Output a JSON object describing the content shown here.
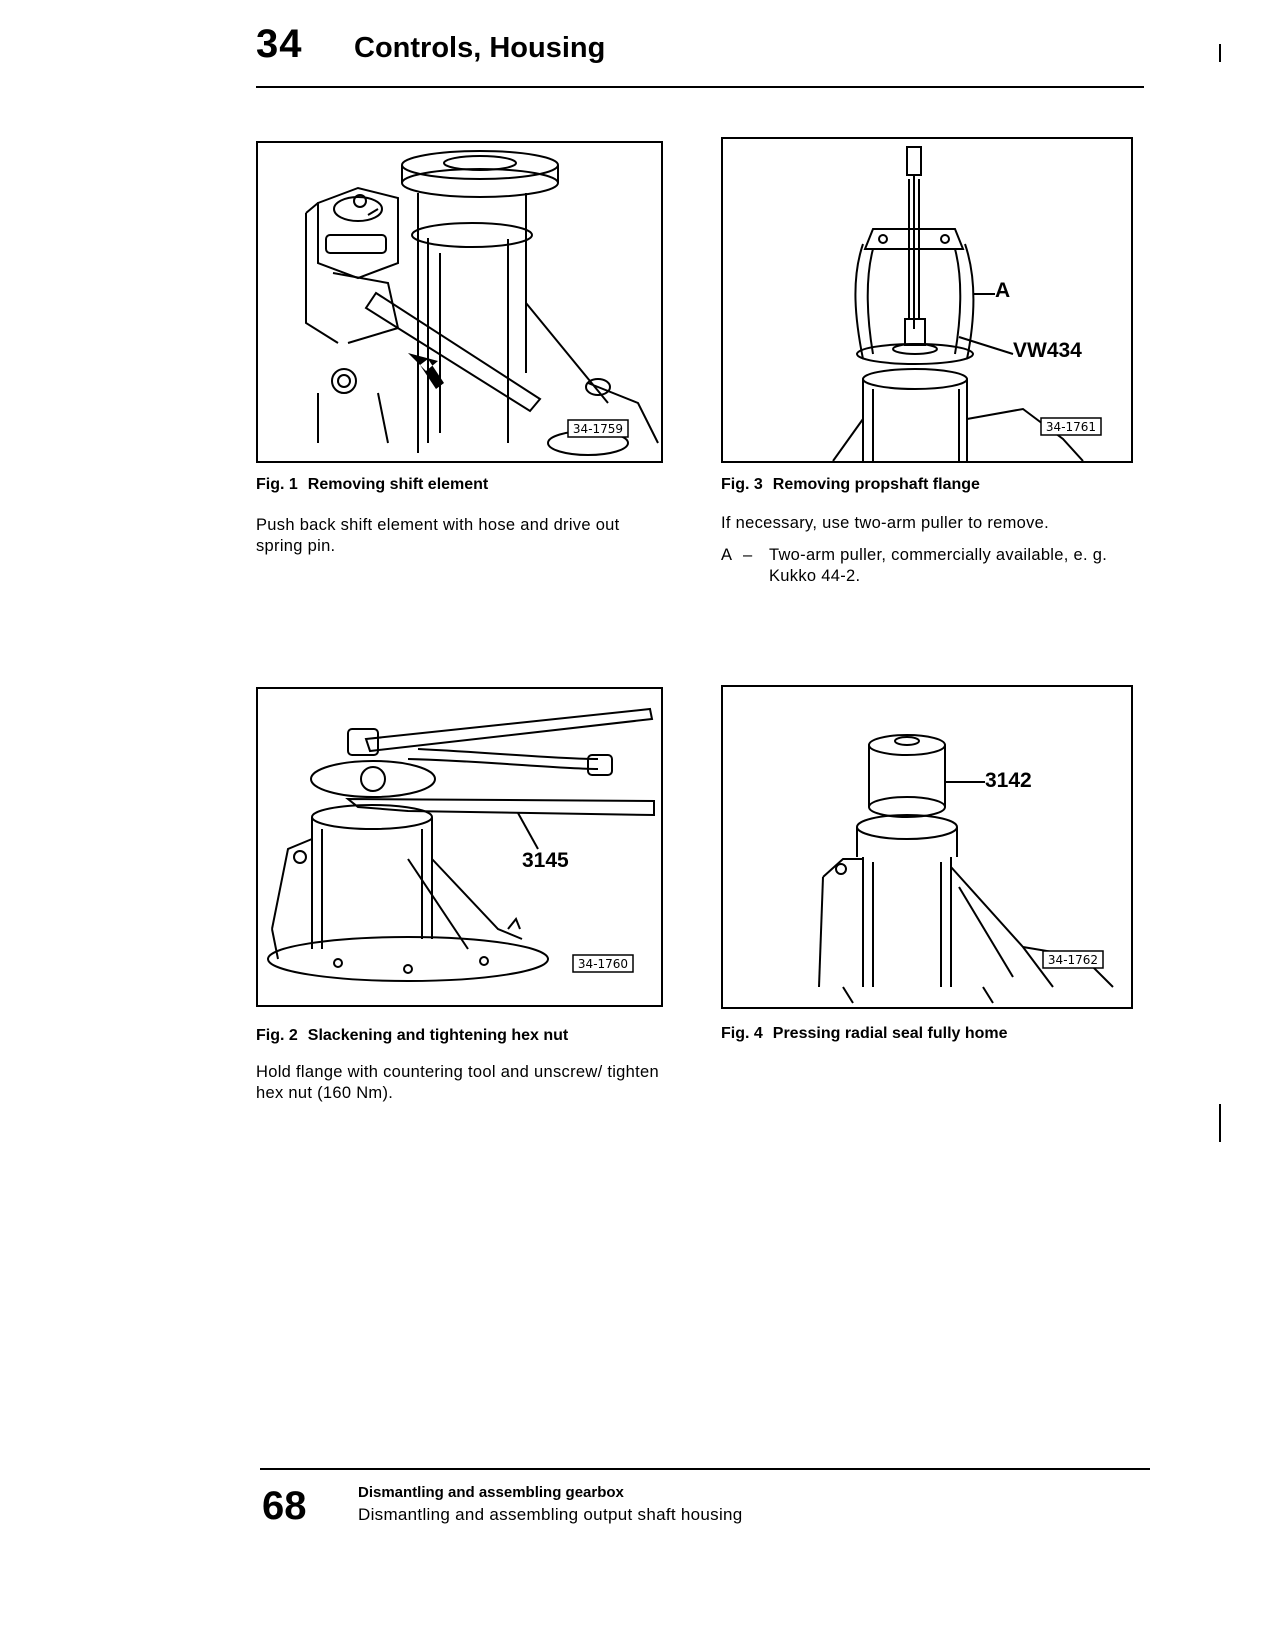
{
  "header": {
    "chapter_number": "34",
    "chapter_title": "Controls, Housing"
  },
  "figures": [
    {
      "number": "Fig. 1",
      "title": "Removing shift element",
      "image_id": "34-1759",
      "text": "Push back shift element with hose and drive out spring pin."
    },
    {
      "number": "Fig. 3",
      "title": "Removing propshaft flange",
      "image_id": "34-1761",
      "text": "If necessary, use two-arm puller to remove.",
      "callouts": [
        "A",
        "VW434"
      ],
      "legend": [
        {
          "key": "A",
          "dash": "–",
          "text": "Two-arm puller, commercially available, e. g. Kukko 44-2."
        }
      ]
    },
    {
      "number": "Fig. 2",
      "title": "Slackening and tightening hex nut",
      "image_id": "34-1760",
      "text": "Hold flange with countering tool and unscrew/ tighten hex nut (160 Nm).",
      "callouts": [
        "3145"
      ]
    },
    {
      "number": "Fig. 4",
      "title": "Pressing radial seal fully home",
      "image_id": "34-1762",
      "callouts": [
        "3142"
      ]
    }
  ],
  "footer": {
    "page_number": "68",
    "line1": "Dismantling and assembling gearbox",
    "line2": "Dismantling and assembling output shaft housing"
  }
}
